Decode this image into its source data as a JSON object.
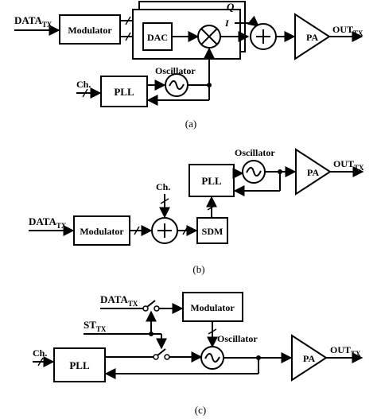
{
  "diagram_a": {
    "data_in": "DATA",
    "data_in_sub": "TX",
    "modulator": "Modulator",
    "q_label": "Q",
    "i_label": "I",
    "dac": "DAC",
    "pa": "PA",
    "out": "OUT",
    "out_sub": "TX",
    "oscillator": "Oscillator",
    "ch": "Ch.",
    "pll": "PLL",
    "caption": "(a)"
  },
  "diagram_b": {
    "oscillator": "Oscillator",
    "pa": "PA",
    "out": "OUT",
    "out_sub": "TX",
    "ch": "Ch.",
    "pll": "PLL",
    "data_in": "DATA",
    "data_in_sub": "TX",
    "modulator": "Modulator",
    "sdm": "SDM",
    "caption": "(b)"
  },
  "diagram_c": {
    "data_in": "DATA",
    "data_in_sub": "TX",
    "modulator": "Modulator",
    "st": "ST",
    "st_sub": "TX",
    "oscillator": "Oscillator",
    "ch": "Ch.",
    "pll": "PLL",
    "pa": "PA",
    "out": "OUT",
    "out_sub": "TX",
    "caption": "(c)"
  }
}
